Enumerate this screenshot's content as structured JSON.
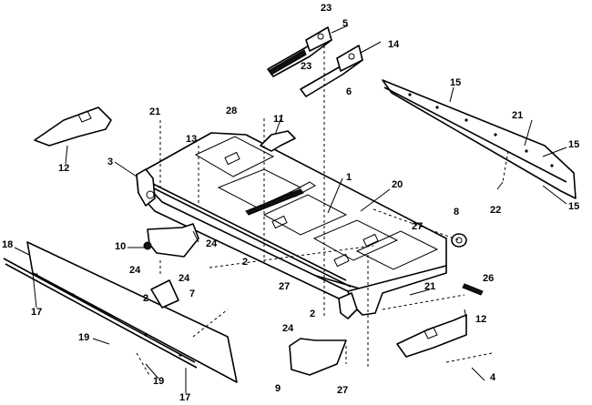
{
  "callouts": {
    "c1": "1",
    "c2a": "2",
    "c2b": "2",
    "c2c": "2",
    "c3": "3",
    "c4": "4",
    "c5": "5",
    "c6": "6",
    "c7": "7",
    "c8": "8",
    "c9": "9",
    "c10": "10",
    "c11": "11",
    "c12a": "12",
    "c12b": "12",
    "c13": "13",
    "c14": "14",
    "c15a": "15",
    "c15b": "15",
    "c15c": "15",
    "c17a": "17",
    "c17b": "17",
    "c18": "18",
    "c19a": "19",
    "c19b": "19",
    "c20": "20",
    "c21a": "21",
    "c21b": "21",
    "c21c": "21",
    "c22": "22",
    "c23a": "23",
    "c23b": "23",
    "c24a": "24",
    "c24b": "24",
    "c24c": "24",
    "c24d": "24",
    "c26": "26",
    "c27a": "27",
    "c27b": "27",
    "c27c": "27",
    "c28": "28"
  }
}
